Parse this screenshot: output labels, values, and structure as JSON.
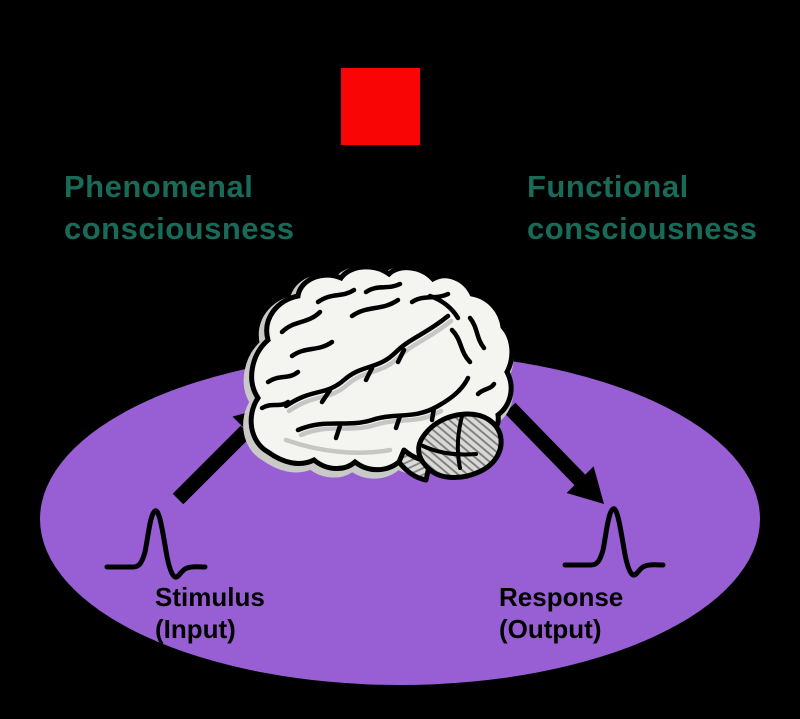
{
  "diagram": {
    "titles": {
      "phenomenal": {
        "line1": "Phenomenal",
        "line2": "consciousness"
      },
      "functional": {
        "line1": "Functional",
        "line2": "consciousness"
      }
    },
    "labels": {
      "stimulus": {
        "line1": "Stimulus",
        "line2": "(Input)"
      },
      "response": {
        "line1": "Response",
        "line2": "(Output)"
      }
    },
    "icons": {
      "brain": "brain-illustration",
      "input_arrow": "arrow-up-right",
      "output_arrow": "arrow-down-right",
      "stimulus_spike": "action-potential-waveform",
      "response_spike": "action-potential-waveform",
      "red_square": "red-stimulus-square"
    },
    "colors": {
      "background": "#000000",
      "square_fill": "#F90505",
      "title_text": "#186B59",
      "label_text": "#000000",
      "ellipse_fill": "#975FD3",
      "brain_fill": "#F4F4F1",
      "outline": "#000000"
    }
  }
}
